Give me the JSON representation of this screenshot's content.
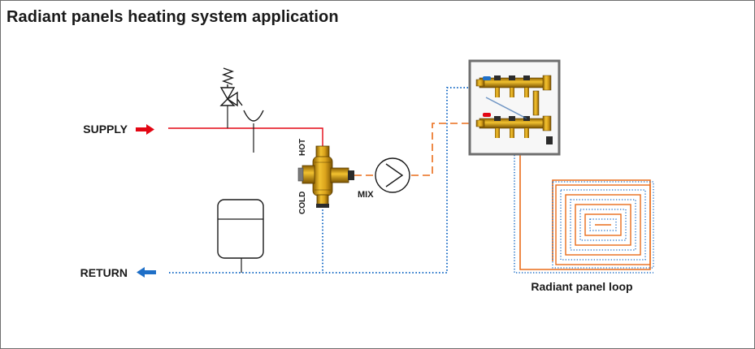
{
  "title": "Radiant panels heating system application",
  "labels": {
    "supply": "SUPPLY",
    "return": "RETURN",
    "hot": "HOT",
    "cold": "COLD",
    "mix": "MIX",
    "loop": "Radiant panel loop"
  },
  "colors": {
    "supply": "#e30613",
    "return": "#1e6fc7",
    "mixed": "#ea6d1a",
    "brass": "#d9a21b",
    "frame": "#6f6f6f"
  },
  "icons": [
    "arrow-right-icon",
    "arrow-left-icon",
    "safety-valve-icon",
    "funnel-icon",
    "mixing-valve-icon",
    "pump-icon",
    "expansion-vessel-icon",
    "manifold-icon",
    "floor-loop-icon"
  ]
}
